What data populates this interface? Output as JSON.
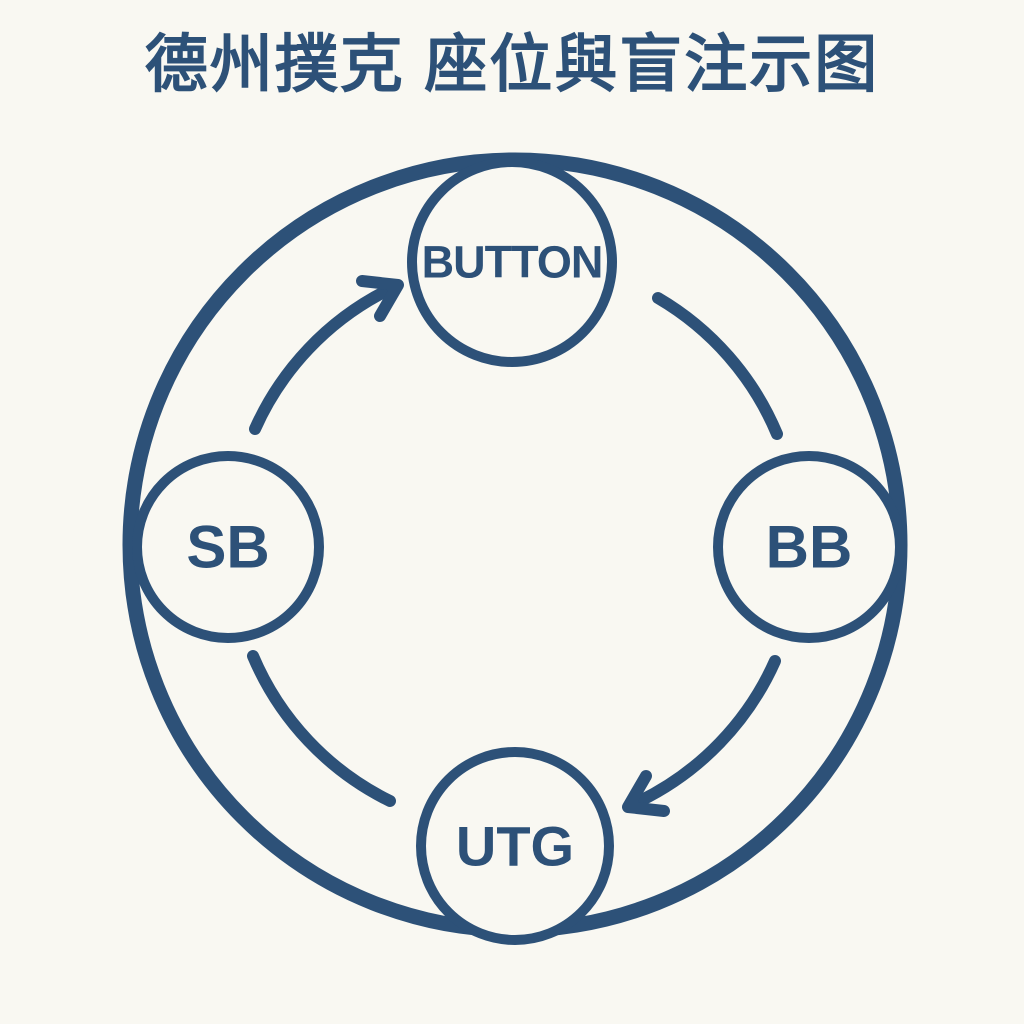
{
  "title": "德州撲克 座位與盲注示图",
  "seats": [
    {
      "id": "button",
      "label": "BUTTON",
      "position": "top"
    },
    {
      "id": "bb",
      "label": "BB",
      "position": "right"
    },
    {
      "id": "utg",
      "label": "UTG",
      "position": "bottom"
    },
    {
      "id": "sb",
      "label": "SB",
      "position": "left"
    }
  ],
  "arrows": [
    {
      "from": "SB",
      "to": "BUTTON",
      "direction": "clockwise",
      "has_arrowhead": true
    },
    {
      "from": "BUTTON",
      "to": "BB",
      "direction": "clockwise",
      "has_arrowhead": false
    },
    {
      "from": "BB",
      "to": "UTG",
      "direction": "clockwise",
      "has_arrowhead": true
    },
    {
      "from": "UTG",
      "to": "SB",
      "direction": "clockwise",
      "has_arrowhead": false
    }
  ],
  "colors": {
    "ink": "#2d5178",
    "background": "#f9f8f2"
  }
}
